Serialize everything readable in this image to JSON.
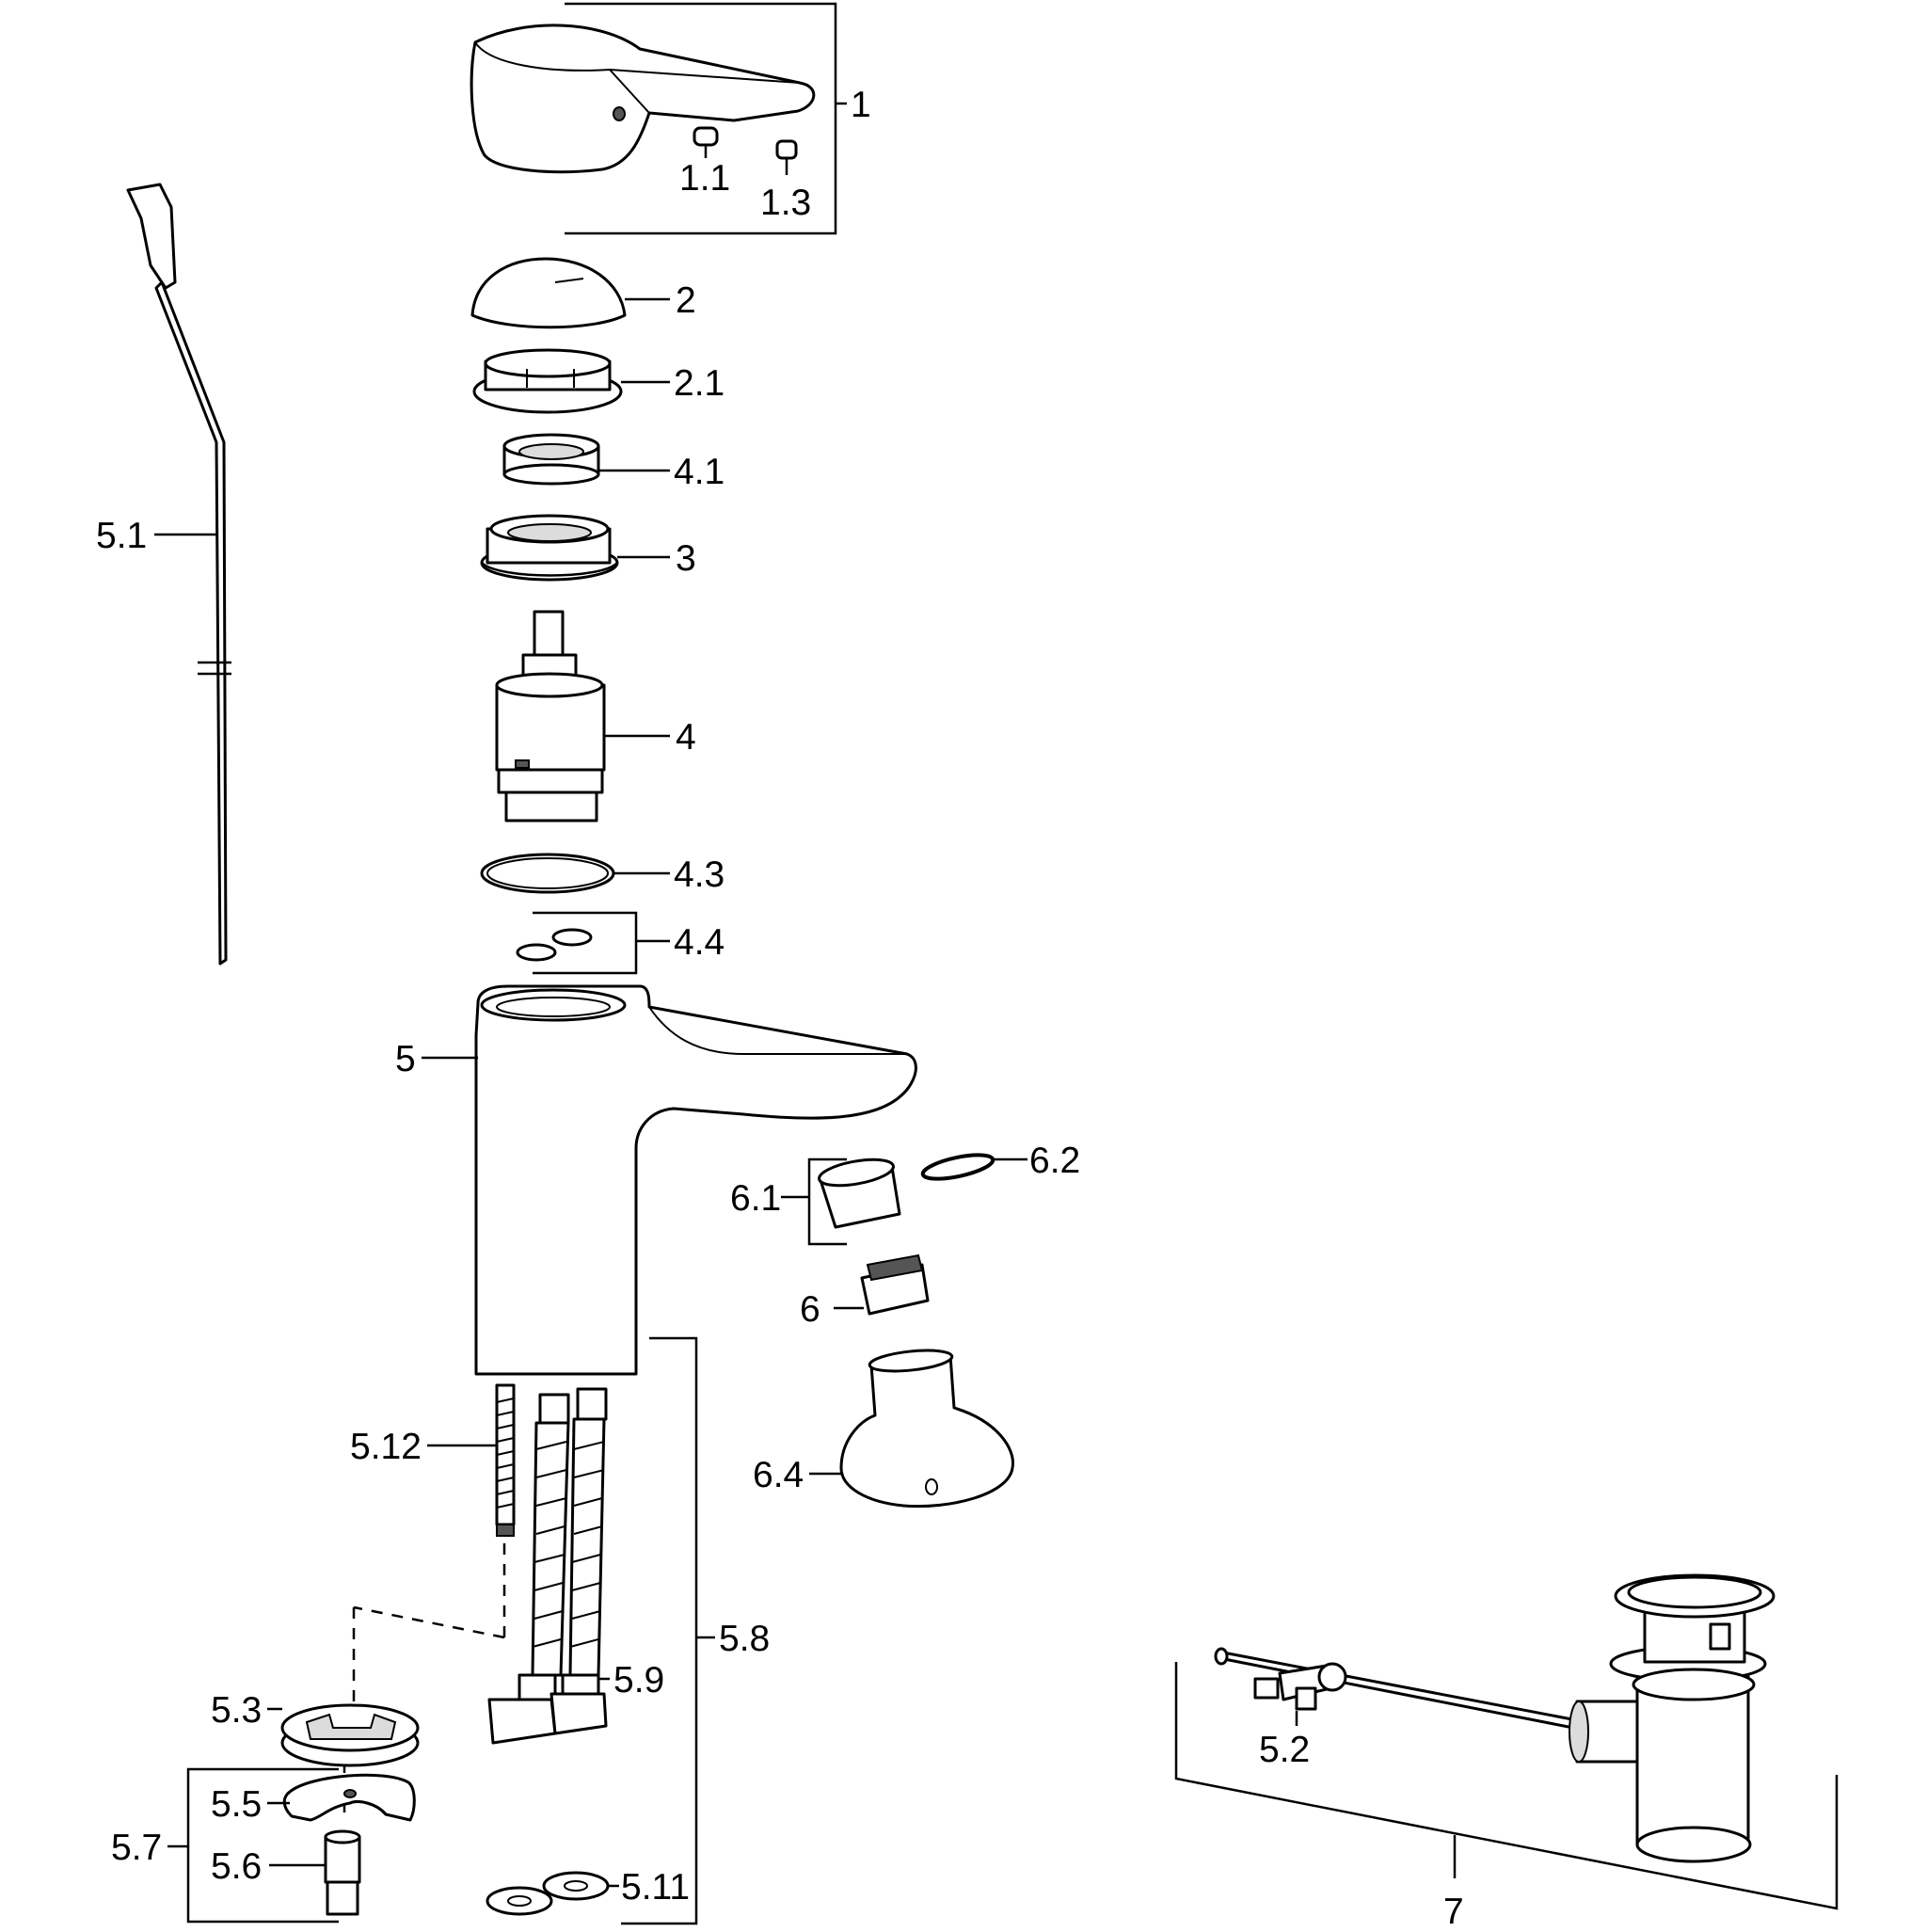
{
  "labels": {
    "p1": "1",
    "p1_1": "1.1",
    "p1_3": "1.3",
    "p2": "2",
    "p2_1": "2.1",
    "p4_1": "4.1",
    "p3": "3",
    "p4": "4",
    "p4_3": "4.3",
    "p4_4": "4.4",
    "p5": "5",
    "p5_1": "5.1",
    "p5_12": "5.12",
    "p5_8": "5.8",
    "p5_9": "5.9",
    "p5_3": "5.3",
    "p5_5": "5.5",
    "p5_6": "5.6",
    "p5_7": "5.7",
    "p5_11": "5.11",
    "p5_2": "5.2",
    "p6": "6",
    "p6_1": "6.1",
    "p6_2": "6.2",
    "p6_4": "6.4",
    "p7": "7"
  }
}
